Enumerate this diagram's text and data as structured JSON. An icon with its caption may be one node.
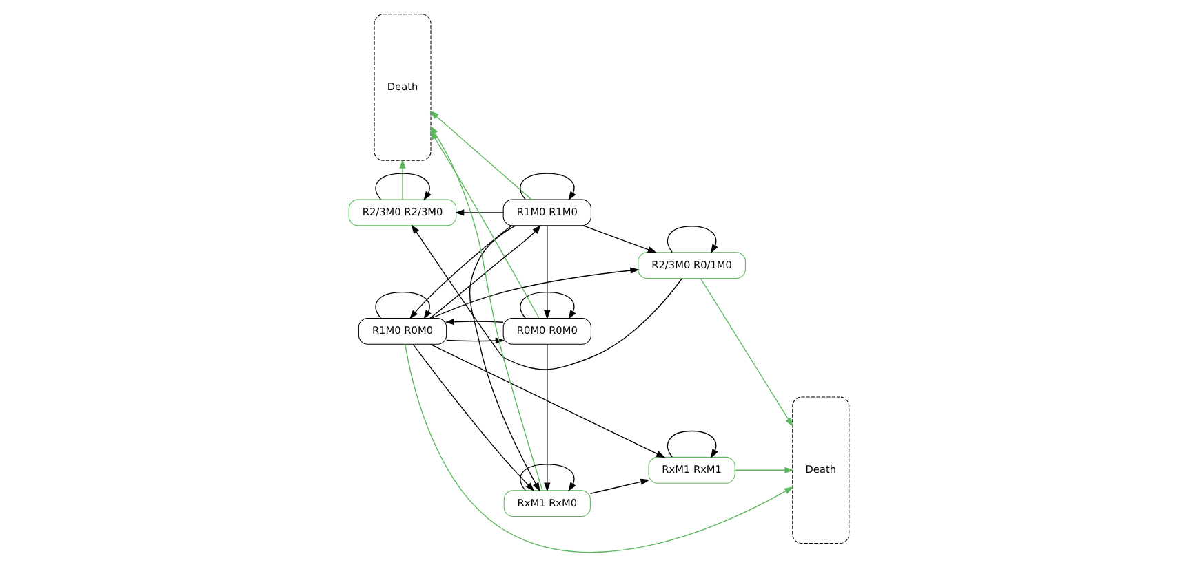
{
  "diagram": {
    "nodes": [
      {
        "text": [
          "Death"
        ]
      },
      {
        "text": [
          "R2/3M0 R2/3M0"
        ]
      },
      {
        "text": [
          "R1M0 R1M0"
        ]
      },
      {
        "text": [
          "R2/3M0 R0/1M0"
        ]
      },
      {
        "text": [
          "R0M0 R0M0"
        ]
      },
      {
        "text": [
          "R1M0 R0M0"
        ]
      },
      {
        "text": [
          "RxM1 RxM0"
        ]
      },
      {
        "text": [
          "RxM1 RxM1"
        ]
      },
      {
        "text": [
          "Death"
        ]
      }
    ],
    "edges": [
      {
        "from": 1,
        "to": 1,
        "arrow": "to"
      },
      {
        "from": 2,
        "to": 2,
        "arrow": "to"
      },
      {
        "from": 3,
        "to": 3,
        "arrow": "to"
      },
      {
        "from": 4,
        "to": 4,
        "arrow": "to"
      },
      {
        "from": 5,
        "to": 5,
        "arrow": "to"
      },
      {
        "from": 6,
        "to": 6,
        "arrow": "to"
      },
      {
        "from": 7,
        "to": 7,
        "arrow": "to"
      },
      {
        "from": 1,
        "to": 0,
        "arrow": "to",
        "color": "#5cb85c"
      },
      {
        "from": 2,
        "to": 0,
        "arrow": "to",
        "color": "#5cb85c"
      },
      {
        "from": 4,
        "to": 0,
        "arrow": "to",
        "color": "#5cb85c"
      },
      {
        "from": 6,
        "to": 0,
        "arrow": "to",
        "color": "#5cb85c"
      },
      {
        "from": 3,
        "to": 8,
        "arrow": "to",
        "color": "#5cb85c"
      },
      {
        "from": 5,
        "to": 8,
        "arrow": "to",
        "color": "#5cb85c"
      },
      {
        "from": 7,
        "to": 8,
        "arrow": "to",
        "color": "#5cb85c"
      },
      {
        "from": 2,
        "to": 1,
        "arrow": "to"
      },
      {
        "from": 3,
        "to": 1,
        "arrow": "to"
      },
      {
        "from": 2,
        "to": 3,
        "arrow": "to"
      },
      {
        "from": 2,
        "to": 4,
        "arrow": "to"
      },
      {
        "from": 2,
        "to": 6,
        "arrow": "to"
      },
      {
        "from": 2,
        "to": 5,
        "arrow": "to"
      },
      {
        "from": 5,
        "to": 2,
        "arrow": "to"
      },
      {
        "from": 5,
        "to": 4,
        "arrow": "to"
      },
      {
        "from": 4,
        "to": 5,
        "arrow": "to"
      },
      {
        "from": 4,
        "to": 6,
        "arrow": "to"
      },
      {
        "from": 5,
        "to": 3,
        "arrow": "to"
      },
      {
        "from": 5,
        "to": 6,
        "arrow": "to"
      },
      {
        "from": 5,
        "to": 7,
        "arrow": "to"
      },
      {
        "from": 6,
        "to": 7,
        "arrow": "to"
      }
    ]
  }
}
